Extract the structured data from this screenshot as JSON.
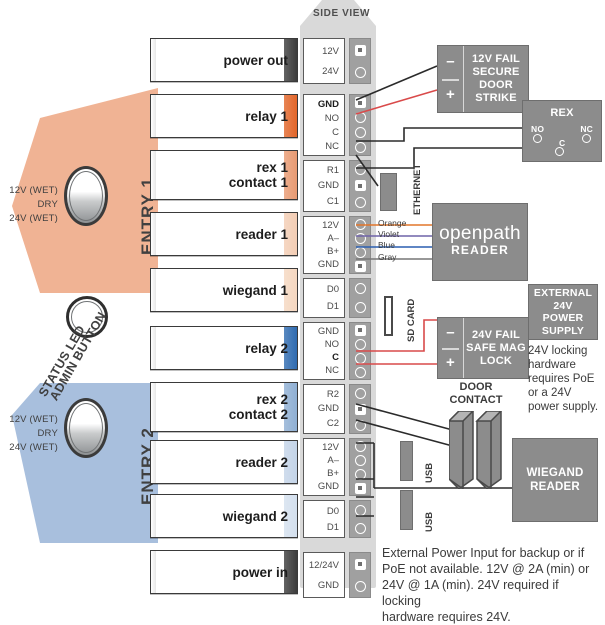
{
  "header": {
    "side_view": "SIDE VIEW"
  },
  "entries": [
    {
      "name": "ENTRY 1",
      "jumper_labels": [
        "12V (WET)",
        "DRY",
        "24V (WET)"
      ],
      "color": "#f0b394"
    },
    {
      "name": "ENTRY 2",
      "jumper_labels": [
        "12V (WET)",
        "DRY",
        "24V (WET)"
      ],
      "color": "#a8bfdd"
    }
  ],
  "status_led": {
    "label_line1": "STATUS LED",
    "label_line2": "ADMIN BUTTON"
  },
  "blocks": [
    {
      "label": "power out",
      "edge": "#3c3c3c"
    },
    {
      "label": "relay 1",
      "edge": "#e2662a"
    },
    {
      "label": "rex 1\ncontact 1",
      "edge": "#e89a72"
    },
    {
      "label": "reader 1",
      "edge": "#f3cdb4"
    },
    {
      "label": "wiegand 1",
      "edge": "#f5d7c0"
    },
    {
      "label": "relay 2",
      "edge": "#2f6bb0"
    },
    {
      "label": "rex 2\ncontact 2",
      "edge": "#8fafd3"
    },
    {
      "label": "reader 2",
      "edge": "#c4d4e8"
    },
    {
      "label": "wiegand 2",
      "edge": "#d4e0ee"
    },
    {
      "label": "power in",
      "edge": "#3c3c3c"
    }
  ],
  "terminal_groups": [
    {
      "pins": [
        {
          "name": "12V",
          "state": "sq",
          "bold": false
        },
        {
          "name": "24V",
          "state": "circle",
          "bold": false
        }
      ]
    },
    {
      "pins": [
        {
          "name": "GND",
          "state": "sq",
          "bold": true
        },
        {
          "name": "NO",
          "state": "circle",
          "bold": false
        },
        {
          "name": "C",
          "state": "circle",
          "bold": false
        },
        {
          "name": "NC",
          "state": "circle",
          "bold": false
        }
      ]
    },
    {
      "pins": [
        {
          "name": "R1",
          "state": "circle",
          "bold": false
        },
        {
          "name": "GND",
          "state": "sq",
          "bold": false
        },
        {
          "name": "C1",
          "state": "circle",
          "bold": false
        }
      ]
    },
    {
      "pins": [
        {
          "name": "12V",
          "state": "circle",
          "bold": false
        },
        {
          "name": "A–",
          "state": "circle",
          "bold": false
        },
        {
          "name": "B+",
          "state": "circle",
          "bold": false
        },
        {
          "name": "GND",
          "state": "sq",
          "bold": false
        }
      ]
    },
    {
      "pins": [
        {
          "name": "D0",
          "state": "circle",
          "bold": false
        },
        {
          "name": "D1",
          "state": "circle",
          "bold": false
        }
      ]
    },
    {
      "pins": [
        {
          "name": "GND",
          "state": "sq",
          "bold": false
        },
        {
          "name": "NO",
          "state": "circle",
          "bold": false
        },
        {
          "name": "C",
          "state": "circle",
          "bold": true
        },
        {
          "name": "NC",
          "state": "circle",
          "bold": false
        }
      ]
    },
    {
      "pins": [
        {
          "name": "R2",
          "state": "circle",
          "bold": false
        },
        {
          "name": "GND",
          "state": "sq",
          "bold": false
        },
        {
          "name": "C2",
          "state": "circle",
          "bold": false
        }
      ]
    },
    {
      "pins": [
        {
          "name": "12V",
          "state": "circle",
          "bold": false
        },
        {
          "name": "A–",
          "state": "circle",
          "bold": false
        },
        {
          "name": "B+",
          "state": "circle",
          "bold": false
        },
        {
          "name": "GND",
          "state": "sq",
          "bold": false
        }
      ]
    },
    {
      "pins": [
        {
          "name": "D0",
          "state": "circle",
          "bold": false
        },
        {
          "name": "D1",
          "state": "circle",
          "bold": false
        }
      ]
    },
    {
      "pins": [
        {
          "name": "12/24V",
          "state": "sq",
          "bold": false
        },
        {
          "name": "GND",
          "state": "circle",
          "bold": false
        }
      ]
    }
  ],
  "devices": {
    "door_strike": {
      "minus": "–",
      "plus": "+",
      "text": "12V FAIL\nSECURE\nDOOR\nSTRIKE"
    },
    "rex": {
      "title": "REX",
      "no": "NO",
      "nc": "NC",
      "c": "C"
    },
    "ethernet": {
      "label": "ETHERNET"
    },
    "sd_card": {
      "label": "SD CARD"
    },
    "openpath": {
      "logo": "openpath",
      "sub": "READER"
    },
    "ext_supply": {
      "text": "EXTERNAL\n24V\nPOWER\nSUPPLY"
    },
    "mag_lock": {
      "minus": "–",
      "plus": "+",
      "text": "24V FAIL\nSAFE MAG\nLOCK"
    },
    "door_contact": {
      "label": "DOOR\nCONTACT"
    },
    "usb1": {
      "label": "USB"
    },
    "usb2": {
      "label": "USB"
    },
    "wiegand_reader": {
      "text": "WIEGAND\nREADER"
    }
  },
  "wire_labels": [
    "Orange",
    "Violet",
    "Blue",
    "Gray"
  ],
  "captions": {
    "mag_note": "24V locking\nhardware\nrequires PoE\nor a 24V\npower supply.",
    "power_note": "External Power Input for backup or if\nPoE not available. 12V @ 2A (min) or\n24V @ 1A (min). 24V required if locking\nhardware requires 24V."
  },
  "colors": {
    "entry1": "#f0b394",
    "entry2": "#a8bfdd",
    "board": "#d9d9d9",
    "device": "#8c8c8c",
    "wire_red": "#d94a4a",
    "wire_black": "#2b2b2b",
    "wire_orange": "#e2762a",
    "wire_violet": "#6f63a8",
    "wire_blue": "#2a5fb0",
    "wire_gray": "#777777"
  }
}
